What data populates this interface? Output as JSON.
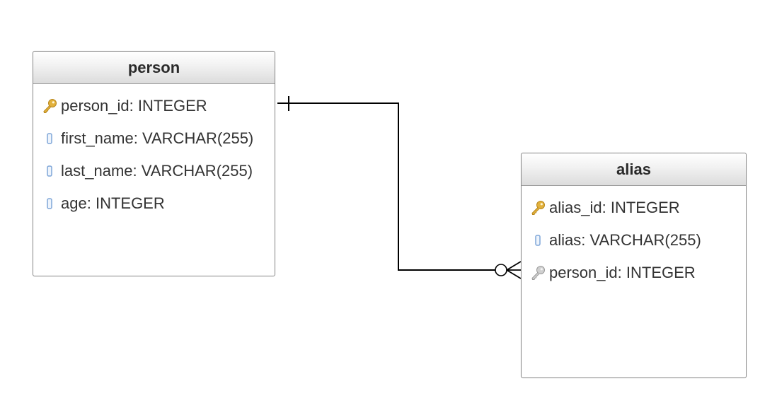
{
  "entities": {
    "person": {
      "title": "person",
      "attributes": [
        {
          "name": "person_id",
          "type": "INTEGER",
          "icon": "primary-key-icon"
        },
        {
          "name": "first_name",
          "type": "VARCHAR(255)",
          "icon": "column-icon"
        },
        {
          "name": "last_name",
          "type": "VARCHAR(255)",
          "icon": "column-icon"
        },
        {
          "name": "age",
          "type": "INTEGER",
          "icon": "column-icon"
        }
      ]
    },
    "alias": {
      "title": "alias",
      "attributes": [
        {
          "name": "alias_id",
          "type": "INTEGER",
          "icon": "primary-key-icon"
        },
        {
          "name": "alias",
          "type": "VARCHAR(255)",
          "icon": "column-icon"
        },
        {
          "name": "person_id",
          "type": "INTEGER",
          "icon": "foreign-key-icon"
        }
      ]
    }
  },
  "relationship": {
    "from": "person.person_id",
    "to": "alias.person_id",
    "from_cardinality": "one",
    "to_cardinality": "zero-or-many"
  },
  "colors": {
    "primary_key": "#e2b13c",
    "foreign_key": "#b8b8b8",
    "column": "#7fa6d8",
    "line": "#000000"
  }
}
